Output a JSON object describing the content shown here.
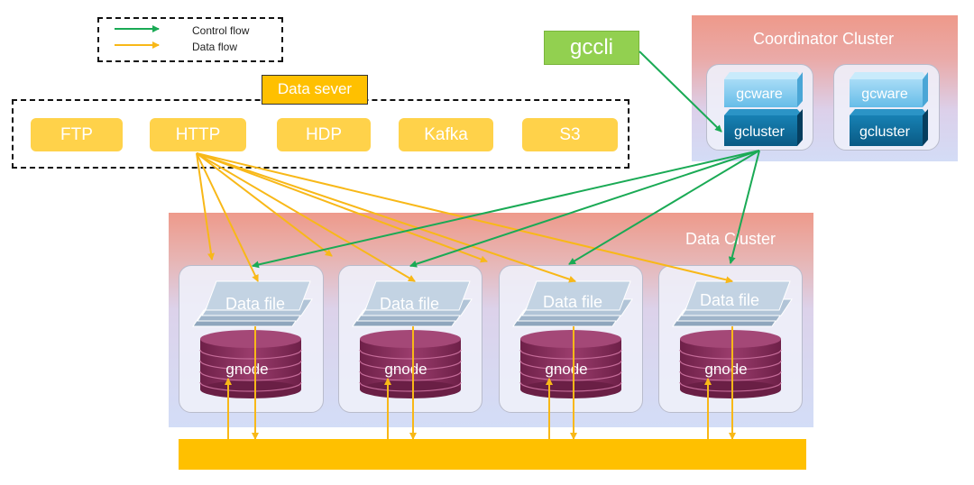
{
  "legend": {
    "control_flow": "Control flow",
    "data_flow": "Data flow"
  },
  "data_server": {
    "title": "Data sever",
    "sources": [
      "FTP",
      "HTTP",
      "HDP",
      "Kafka",
      "S3"
    ]
  },
  "gccli": {
    "label": "gccli"
  },
  "coordinator_cluster": {
    "title": "Coordinator Cluster",
    "nodes": [
      {
        "gcware": "gcware",
        "gcluster": "gcluster"
      },
      {
        "gcware": "gcware",
        "gcluster": "gcluster"
      }
    ]
  },
  "data_cluster": {
    "title": "Data Cluster",
    "nodes": [
      {
        "file": "Data file",
        "db": "gnode"
      },
      {
        "file": "Data file",
        "db": "gnode"
      },
      {
        "file": "Data file",
        "db": "gnode"
      },
      {
        "file": "Data file",
        "db": "gnode"
      }
    ]
  },
  "colors": {
    "control_flow": "#1aaa55",
    "data_flow": "#f8b818",
    "source_fill": "#ffd24a",
    "gccli_fill": "#92d050",
    "gcware_fill": "#7fc9ee",
    "gcluster_fill": "#0f6e9e",
    "gnode_fill": "#8b3160",
    "bus_fill": "#ffc000"
  }
}
